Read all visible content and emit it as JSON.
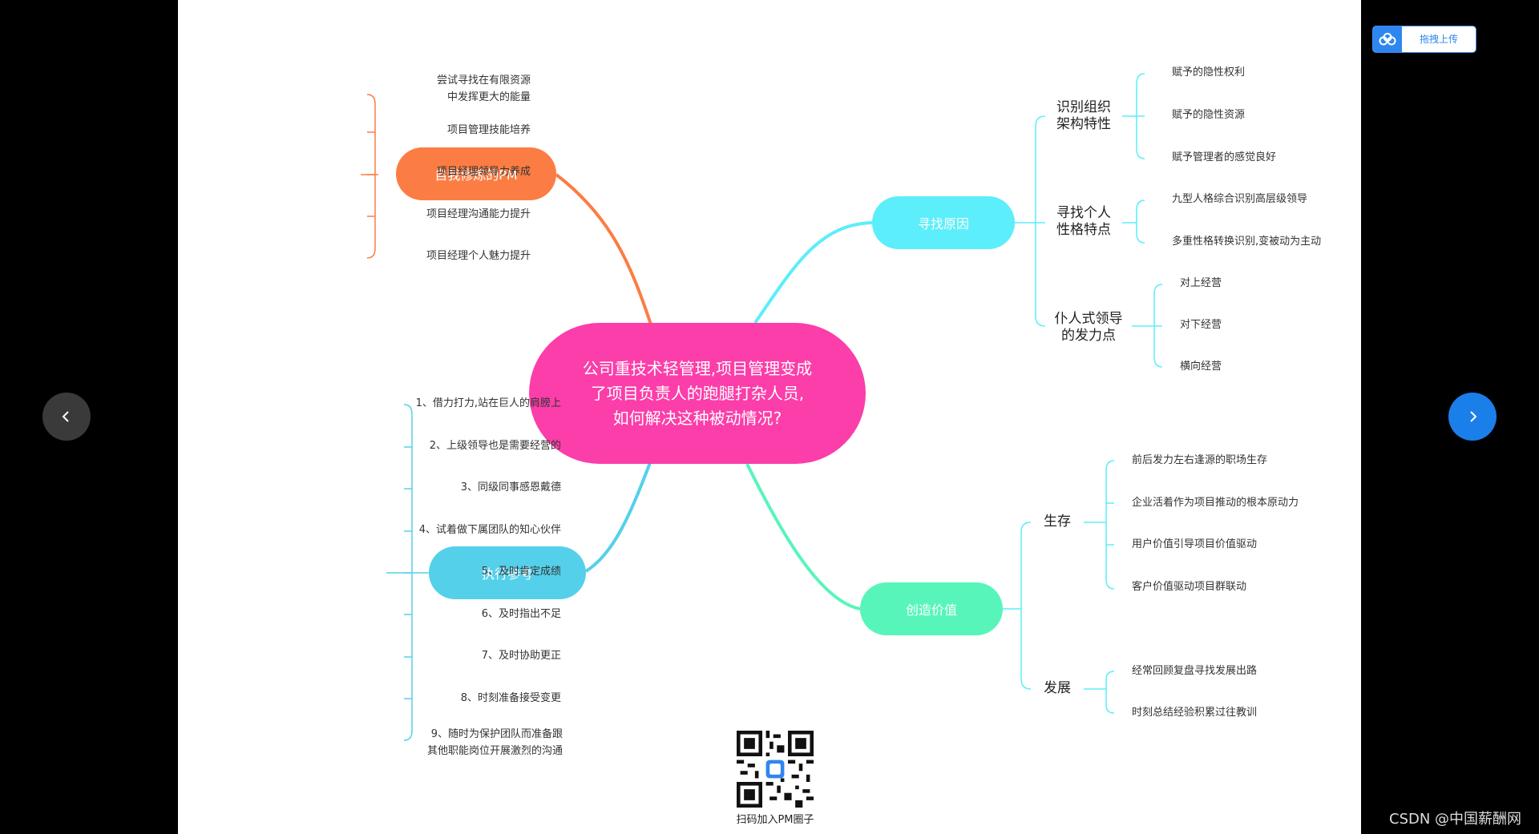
{
  "upload_button": {
    "label": "拖拽上传",
    "icon": "cloud-icon"
  },
  "navigation": {
    "prev_icon": "chevron-left-icon",
    "next_icon": "chevron-right-icon"
  },
  "mindmap": {
    "center_line1": "公司重技术轻管理,项目管理变成",
    "center_line2": "了项目负责人的跑腿打杂人员,",
    "center_line3": "如何解决这种被动情况?",
    "self_pm": {
      "label": "自我修炼的PM",
      "color": "#fb7d44",
      "items": [
        {
          "line1": "尝试寻找在有限资源",
          "line2": "中发挥更大的能量"
        },
        {
          "line1": "项目管理技能培养"
        },
        {
          "line1": "项目经理领导力养成"
        },
        {
          "line1": "项目经理沟通能力提升"
        },
        {
          "line1": "项目经理个人魅力提升"
        }
      ]
    },
    "execution": {
      "label": "执行参考",
      "color": "#55d0ea",
      "items": [
        {
          "line1": "1、借力打力,站在巨人的肩膀上"
        },
        {
          "line1": "2、上级领导也是需要经营的"
        },
        {
          "line1": "3、同级同事感恩戴德"
        },
        {
          "line1": "4、试着做下属团队的知心伙伴"
        },
        {
          "line1": "5、及时肯定成绩"
        },
        {
          "line1": "6、及时指出不足"
        },
        {
          "line1": "7、及时协助更正"
        },
        {
          "line1": "8、时刻准备接受变更"
        },
        {
          "line1": "9、随时为保护团队而准备跟",
          "line2": "其他职能岗位开展激烈的沟通"
        }
      ]
    },
    "reason": {
      "label": "寻找原因",
      "color": "#5ceefa",
      "groups": [
        {
          "title_line1": "识别组织",
          "title_line2": "架构特性",
          "items": [
            "赋予的隐性权利",
            "赋予的隐性资源",
            "赋予管理者的感觉良好"
          ]
        },
        {
          "title_line1": "寻找个人",
          "title_line2": "性格特点",
          "items": [
            "九型人格综合识别高层级领导",
            "多重性格转换识别,变被动为主动"
          ]
        },
        {
          "title_line1": "仆人式领导",
          "title_line2": "的发力点",
          "items": [
            "对上经营",
            "对下经营",
            "横向经营"
          ]
        }
      ]
    },
    "value": {
      "label": "创造价值",
      "color": "#58f5bb",
      "groups": [
        {
          "title_line1": "生存",
          "items": [
            "前后发力左右逢源的职场生存",
            "企业活着作为项目推动的根本原动力",
            "用户价值引导项目价值驱动",
            "客户价值驱动项目群联动"
          ]
        },
        {
          "title_line1": "发展",
          "items": [
            "经常回顾复盘寻找发展出路",
            "时刻总结经验积累过往教训"
          ]
        }
      ]
    }
  },
  "qr_caption": "扫码加入PM圈子",
  "csdn_credit": "CSDN @中国薪酬网"
}
